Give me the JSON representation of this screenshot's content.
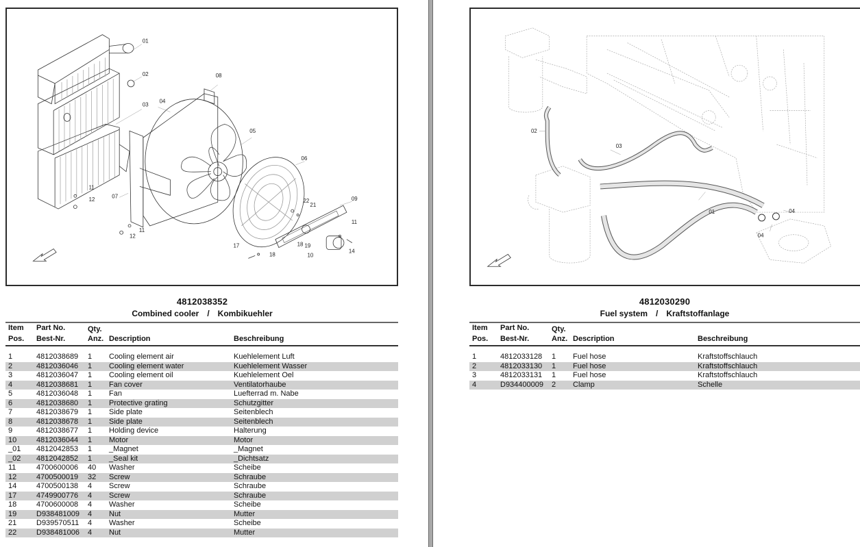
{
  "pages": [
    {
      "group_number": "4812038352",
      "group_name_en": "Combined cooler",
      "separator": "/",
      "group_name_de": "Kombikuehler",
      "figure": {
        "description": "Exploded view of combined cooler assembly with fan, fan cover, protective grating, side plates and motor",
        "callouts": [
          "01",
          "02",
          "03",
          "04",
          "05",
          "06",
          "07",
          "08",
          "09",
          "10",
          "11",
          "12",
          "14",
          "17",
          "18",
          "19",
          "21",
          "22"
        ]
      },
      "columns": {
        "pos_en": "Item",
        "pos_de": "Pos.",
        "part_en": "Part No.",
        "part_de": "Best-Nr.",
        "qty_en": "Qty.",
        "qty_de": "Anz.",
        "desc": "Description",
        "besch": "Beschreibung"
      },
      "rows": [
        {
          "pos": "1",
          "part": "4812038689",
          "qty": "1",
          "desc": "Cooling element air",
          "besch": "Kuehlelement Luft"
        },
        {
          "pos": "2",
          "part": "4812036046",
          "qty": "1",
          "desc": "Cooling element water",
          "besch": "Kuehlelement Wasser"
        },
        {
          "pos": "3",
          "part": "4812036047",
          "qty": "1",
          "desc": "Cooling element oil",
          "besch": "Kuehlelement Oel"
        },
        {
          "pos": "4",
          "part": "4812038681",
          "qty": "1",
          "desc": "Fan cover",
          "besch": "Ventilatorhaube"
        },
        {
          "pos": "5",
          "part": "4812036048",
          "qty": "1",
          "desc": "Fan",
          "besch": "Luefterrad m. Nabe"
        },
        {
          "pos": "6",
          "part": "4812038680",
          "qty": "1",
          "desc": "Protective grating",
          "besch": "Schutzgitter"
        },
        {
          "pos": "7",
          "part": "4812038679",
          "qty": "1",
          "desc": "Side plate",
          "besch": "Seitenblech"
        },
        {
          "pos": "8",
          "part": "4812038678",
          "qty": "1",
          "desc": "Side plate",
          "besch": "Seitenblech"
        },
        {
          "pos": "9",
          "part": "4812038677",
          "qty": "1",
          "desc": "Holding device",
          "besch": "Halterung"
        },
        {
          "pos": "10",
          "part": "4812036044",
          "qty": "1",
          "desc": "Motor",
          "besch": "Motor"
        },
        {
          "pos": "_01",
          "part": "4812042853",
          "qty": "1",
          "desc": "_Magnet",
          "besch": "_Magnet"
        },
        {
          "pos": "_02",
          "part": "4812042852",
          "qty": "1",
          "desc": "_Seal kit",
          "besch": "_Dichtsatz"
        },
        {
          "pos": "11",
          "part": "4700600006",
          "qty": "40",
          "desc": "Washer",
          "besch": "Scheibe"
        },
        {
          "pos": "12",
          "part": "4700500019",
          "qty": "32",
          "desc": "Screw",
          "besch": "Schraube"
        },
        {
          "pos": "14",
          "part": "4700500138",
          "qty": "4",
          "desc": "Screw",
          "besch": "Schraube"
        },
        {
          "pos": "17",
          "part": "4749900776",
          "qty": "4",
          "desc": "Screw",
          "besch": "Schraube"
        },
        {
          "pos": "18",
          "part": "4700600008",
          "qty": "4",
          "desc": "Washer",
          "besch": "Scheibe"
        },
        {
          "pos": "19",
          "part": "D938481009",
          "qty": "4",
          "desc": "Nut",
          "besch": "Mutter"
        },
        {
          "pos": "21",
          "part": "D939570511",
          "qty": "4",
          "desc": "Washer",
          "besch": "Scheibe"
        },
        {
          "pos": "22",
          "part": "D938481006",
          "qty": "4",
          "desc": "Nut",
          "besch": "Mutter"
        }
      ]
    },
    {
      "group_number": "4812030290",
      "group_name_en": "Fuel system",
      "separator": "/",
      "group_name_de": "Kraftstoffanlage",
      "figure": {
        "description": "Fuel system hoses routed from fuel filters to engine, with clamps",
        "callouts": [
          "01",
          "02",
          "03",
          "04",
          "04"
        ]
      },
      "columns": {
        "pos_en": "Item",
        "pos_de": "Pos.",
        "part_en": "Part No.",
        "part_de": "Best-Nr.",
        "qty_en": "Qty.",
        "qty_de": "Anz.",
        "desc": "Description",
        "besch": "Beschreibung"
      },
      "rows": [
        {
          "pos": "1",
          "part": "4812033128",
          "qty": "1",
          "desc": "Fuel hose",
          "besch": "Kraftstoffschlauch"
        },
        {
          "pos": "2",
          "part": "4812033130",
          "qty": "1",
          "desc": "Fuel hose",
          "besch": "Kraftstoffschlauch"
        },
        {
          "pos": "3",
          "part": "4812033131",
          "qty": "1",
          "desc": "Fuel hose",
          "besch": "Kraftstoffschlauch"
        },
        {
          "pos": "4",
          "part": "D934400009",
          "qty": "2",
          "desc": "Clamp",
          "besch": "Schelle"
        }
      ]
    }
  ],
  "colors": {
    "row_stripe": "#d0d0d0",
    "divider": "#a9a9a9",
    "frame": "#2b2b2b"
  }
}
